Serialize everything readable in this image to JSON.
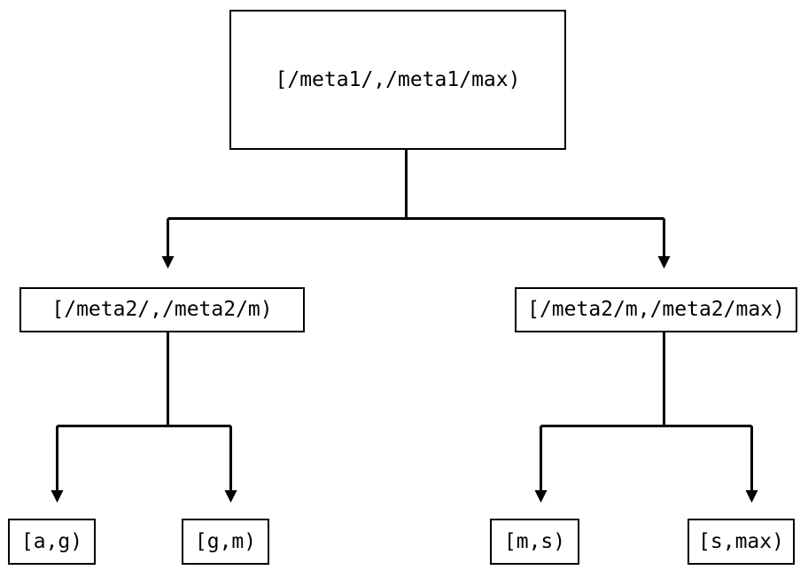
{
  "diagram": {
    "type": "tree",
    "title": "",
    "background_color": "#ffffff",
    "stroke_color": "#000000",
    "text_color": "#000000",
    "nodes": {
      "root": {
        "label": "[/meta1/,/meta1/max)",
        "level": 0
      },
      "mid_left": {
        "label": "[/meta2/,/meta2/m)",
        "level": 1
      },
      "mid_right": {
        "label": "[/meta2/m,/meta2/max)",
        "level": 1
      },
      "leaf_ag": {
        "label": "[a,g)",
        "level": 2
      },
      "leaf_gm": {
        "label": "[g,m)",
        "level": 2
      },
      "leaf_ms": {
        "label": "[m,s)",
        "level": 2
      },
      "leaf_smax": {
        "label": "[s,max)",
        "level": 2
      }
    },
    "edges": [
      {
        "from": "root",
        "to": "mid_left",
        "arrow": "down-triangle"
      },
      {
        "from": "root",
        "to": "mid_right",
        "arrow": "down-triangle"
      },
      {
        "from": "mid_left",
        "to": "leaf_ag",
        "arrow": "down-triangle"
      },
      {
        "from": "mid_left",
        "to": "leaf_gm",
        "arrow": "down-triangle"
      },
      {
        "from": "mid_right",
        "to": "leaf_ms",
        "arrow": "down-triangle"
      },
      {
        "from": "mid_right",
        "to": "leaf_smax",
        "arrow": "down-triangle"
      }
    ]
  }
}
